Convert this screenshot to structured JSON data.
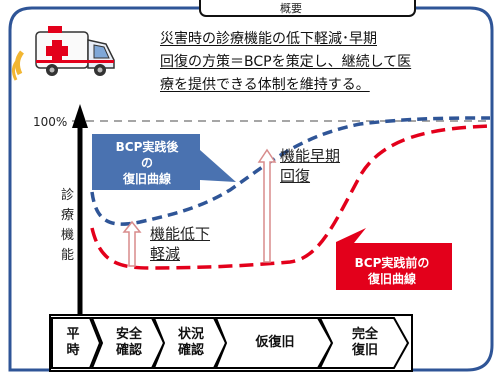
{
  "title_fragment": "概要",
  "description": {
    "line1": "災害時の診療機能の低下軽減･早期",
    "line2": "回復の方策＝BCPを策定し、継続して医",
    "line3": "療を提供できる体制を維持する。"
  },
  "axis": {
    "y_label_chars": [
      "診",
      "療",
      "機",
      "能"
    ],
    "y_tick_top": "100%"
  },
  "curves": {
    "after": {
      "label_lines": [
        "BCP実践後",
        "の",
        "復旧曲線"
      ],
      "color": "#2f5597"
    },
    "before": {
      "label_lines": [
        "BCP実践前の",
        "復旧曲線"
      ],
      "color": "#e3001b"
    }
  },
  "annotations": {
    "reduce_lines": [
      "機能低下",
      "軽減"
    ],
    "early_lines": [
      "機能早期",
      "回復"
    ]
  },
  "phases": [
    {
      "lines": [
        "平",
        "時"
      ]
    },
    {
      "lines": [
        "安全",
        "確認"
      ]
    },
    {
      "lines": [
        "状況",
        "確認"
      ]
    },
    {
      "lines": [
        "仮復旧"
      ]
    },
    {
      "lines": [
        "完全",
        "復旧"
      ]
    }
  ],
  "colors": {
    "frame": "#2f5597",
    "after_fill": "#4a72b0",
    "before_fill": "#e3001b",
    "arrow": "#e8a0a0"
  },
  "icons": [
    "ambulance-icon"
  ]
}
